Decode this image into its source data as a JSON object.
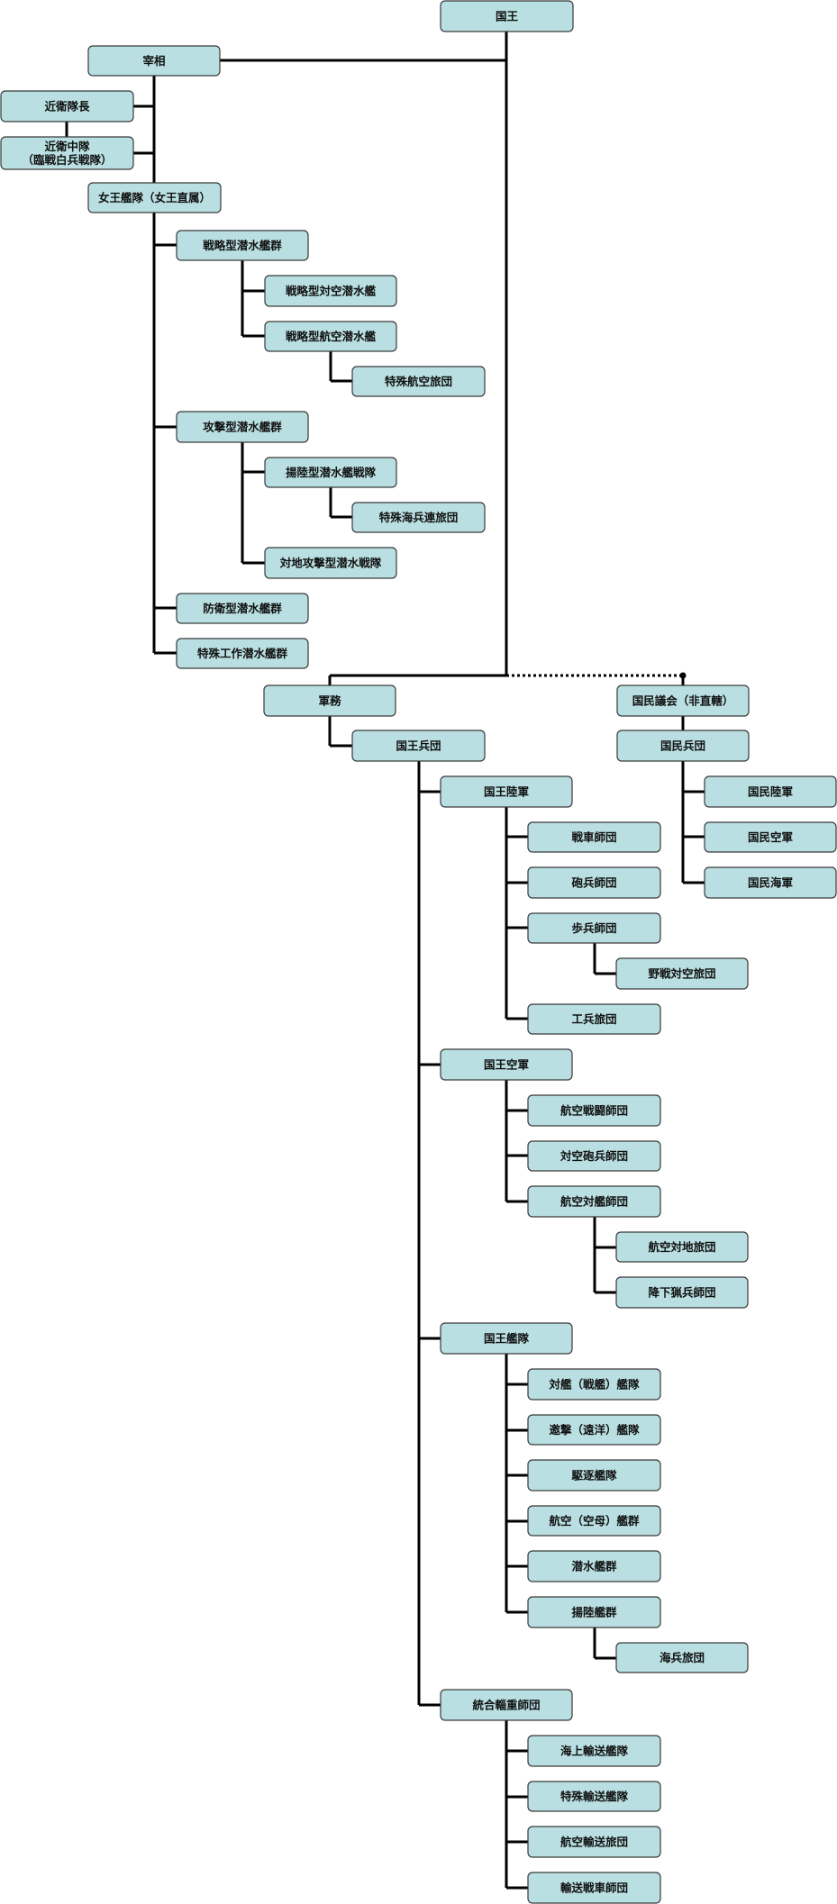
{
  "nodes": {
    "king": "国王",
    "chancellor": "宰相",
    "guard_captain": "近衛隊長",
    "guard_company": [
      "近衛中隊",
      "（臨戦白兵戦隊）"
    ],
    "queen_fleet": "女王艦隊（女王直属）",
    "strat_sub_group": "戦略型潜水艦群",
    "strat_aa_sub": "戦略型対空潜水艦",
    "strat_air_sub": "戦略型航空潜水艦",
    "special_air_brigade": "特殊航空旅団",
    "attack_sub_group": "攻撃型潜水艦群",
    "landing_sub_squadron": "揚陸型潜水艦戦隊",
    "special_marine_brigade": "特殊海兵連旅団",
    "land_attack_sub_squadron": "対地攻撃型潜水戦隊",
    "defense_sub_group": "防衛型潜水艦群",
    "special_ops_sub_group": "特殊工作潜水艦群",
    "military_affairs": "軍務",
    "royal_corps": "国王兵団",
    "royal_army": "国王陸軍",
    "tank_division": "戦車師団",
    "artillery_division": "砲兵師団",
    "infantry_division": "歩兵師団",
    "field_aa_brigade": "野戦対空旅団",
    "engineer_brigade": "工兵旅団",
    "royal_air_force": "国王空軍",
    "air_combat_division": "航空戦闘師団",
    "aa_artillery_division": "対空砲兵師団",
    "air_antiship_division": "航空対艦師団",
    "air_ground_brigade": "航空対地旅団",
    "paratrooper_division": "降下猟兵師団",
    "royal_navy": "国王艦隊",
    "antiship_battleship_fleet": "対艦（戦艦）艦隊",
    "interceptor_ocean_fleet": "邀撃（遠洋）艦隊",
    "destroyer_fleet": "駆逐艦隊",
    "aviation_carrier_group": "航空（空母）艦群",
    "submarine_group": "潜水艦群",
    "landing_ship_group": "揚陸艦群",
    "marine_brigade": "海兵旅団",
    "joint_logistics_division": "統合輜重師団",
    "sea_transport_fleet": "海上輸送艦隊",
    "special_transport_fleet": "特殊輸送艦隊",
    "air_transport_brigade": "航空輸送旅団",
    "transport_tank_division": "輸送戦車師団",
    "national_assembly": "国民議会（非直轄）",
    "national_corps": "国民兵団",
    "national_army": "国民陸軍",
    "national_air_force": "国民空軍",
    "national_navy": "国民海軍"
  },
  "style": {
    "node_fill": "#b9dfe2",
    "node_stroke": "#3a3a3a",
    "edge_color": "#000000"
  }
}
